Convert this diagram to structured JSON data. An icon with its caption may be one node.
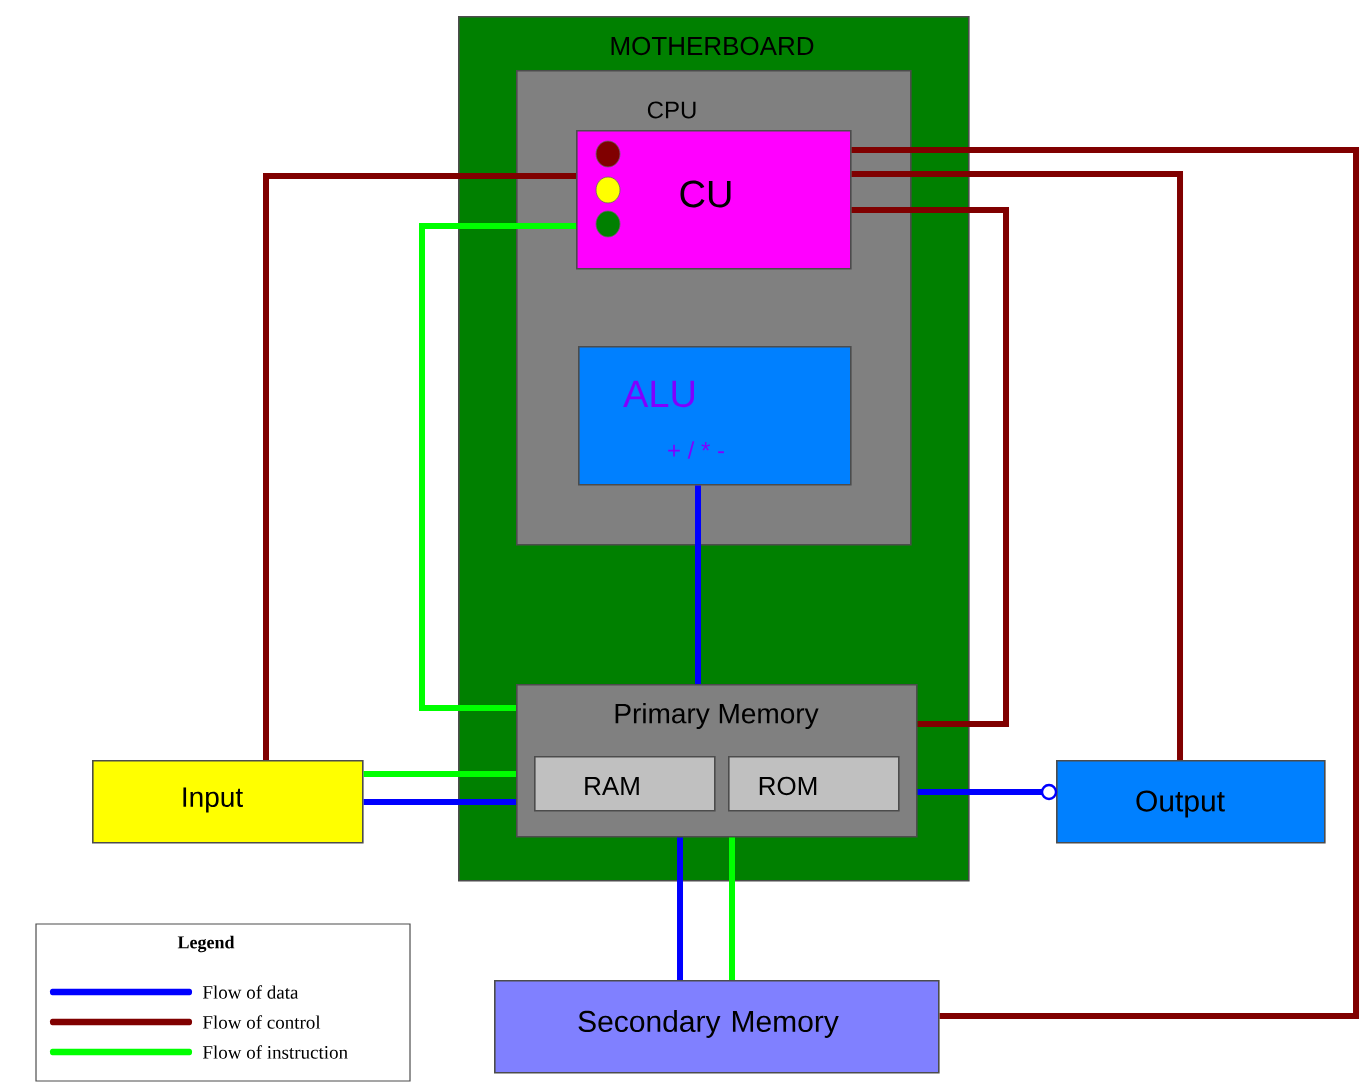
{
  "diagram": {
    "nodes": [
      {
        "text": [
          "MOTHERBOARD"
        ]
      },
      {
        "text": [
          "CPU"
        ],
        "in": 0
      },
      {
        "text": [
          "CU"
        ],
        "in": 1
      },
      {
        "text": [
          "ALU",
          "+ / * -"
        ],
        "in": 1
      },
      {
        "text": [
          "Primary Memory"
        ],
        "in": 0
      },
      {
        "text": [
          "RAM"
        ],
        "in": 4
      },
      {
        "text": [
          "ROM"
        ],
        "in": 4
      },
      {
        "text": [
          "Input"
        ]
      },
      {
        "text": [
          "Output"
        ]
      },
      {
        "text": [
          "Secondary Memory"
        ]
      }
    ],
    "edges": [
      {
        "from": 2,
        "to": 7,
        "arrow": "none",
        "color": "#800000"
      },
      {
        "from": 2,
        "to": 4,
        "arrow": "none",
        "color": "#00ff00"
      },
      {
        "from": 2,
        "to": 9,
        "arrow": "none",
        "color": "#800000"
      },
      {
        "from": 2,
        "to": 8,
        "arrow": "none",
        "color": "#800000"
      },
      {
        "from": 2,
        "to": 4,
        "arrow": "none",
        "color": "#800000"
      },
      {
        "from": 3,
        "to": 4,
        "arrow": "none",
        "color": "#0000ff"
      },
      {
        "from": 7,
        "to": 4,
        "arrow": "none",
        "color": "#00ff00"
      },
      {
        "from": 7,
        "to": 4,
        "arrow": "none",
        "color": "#0000ff"
      },
      {
        "from": 4,
        "to": 8,
        "arrow": "other",
        "color": "#0000ff"
      },
      {
        "from": 4,
        "to": 9,
        "arrow": "none",
        "color": "#0000ff"
      },
      {
        "from": 4,
        "to": 9,
        "arrow": "none",
        "color": "#00ff00"
      }
    ],
    "labels": [
      "Legend"
    ],
    "legend": [
      {
        "text": "Flow of data",
        "color": "#0000ff"
      },
      {
        "text": "Flow of control",
        "color": "#800000"
      },
      {
        "text": "Flow of instruction",
        "color": "#00ff00"
      }
    ]
  }
}
